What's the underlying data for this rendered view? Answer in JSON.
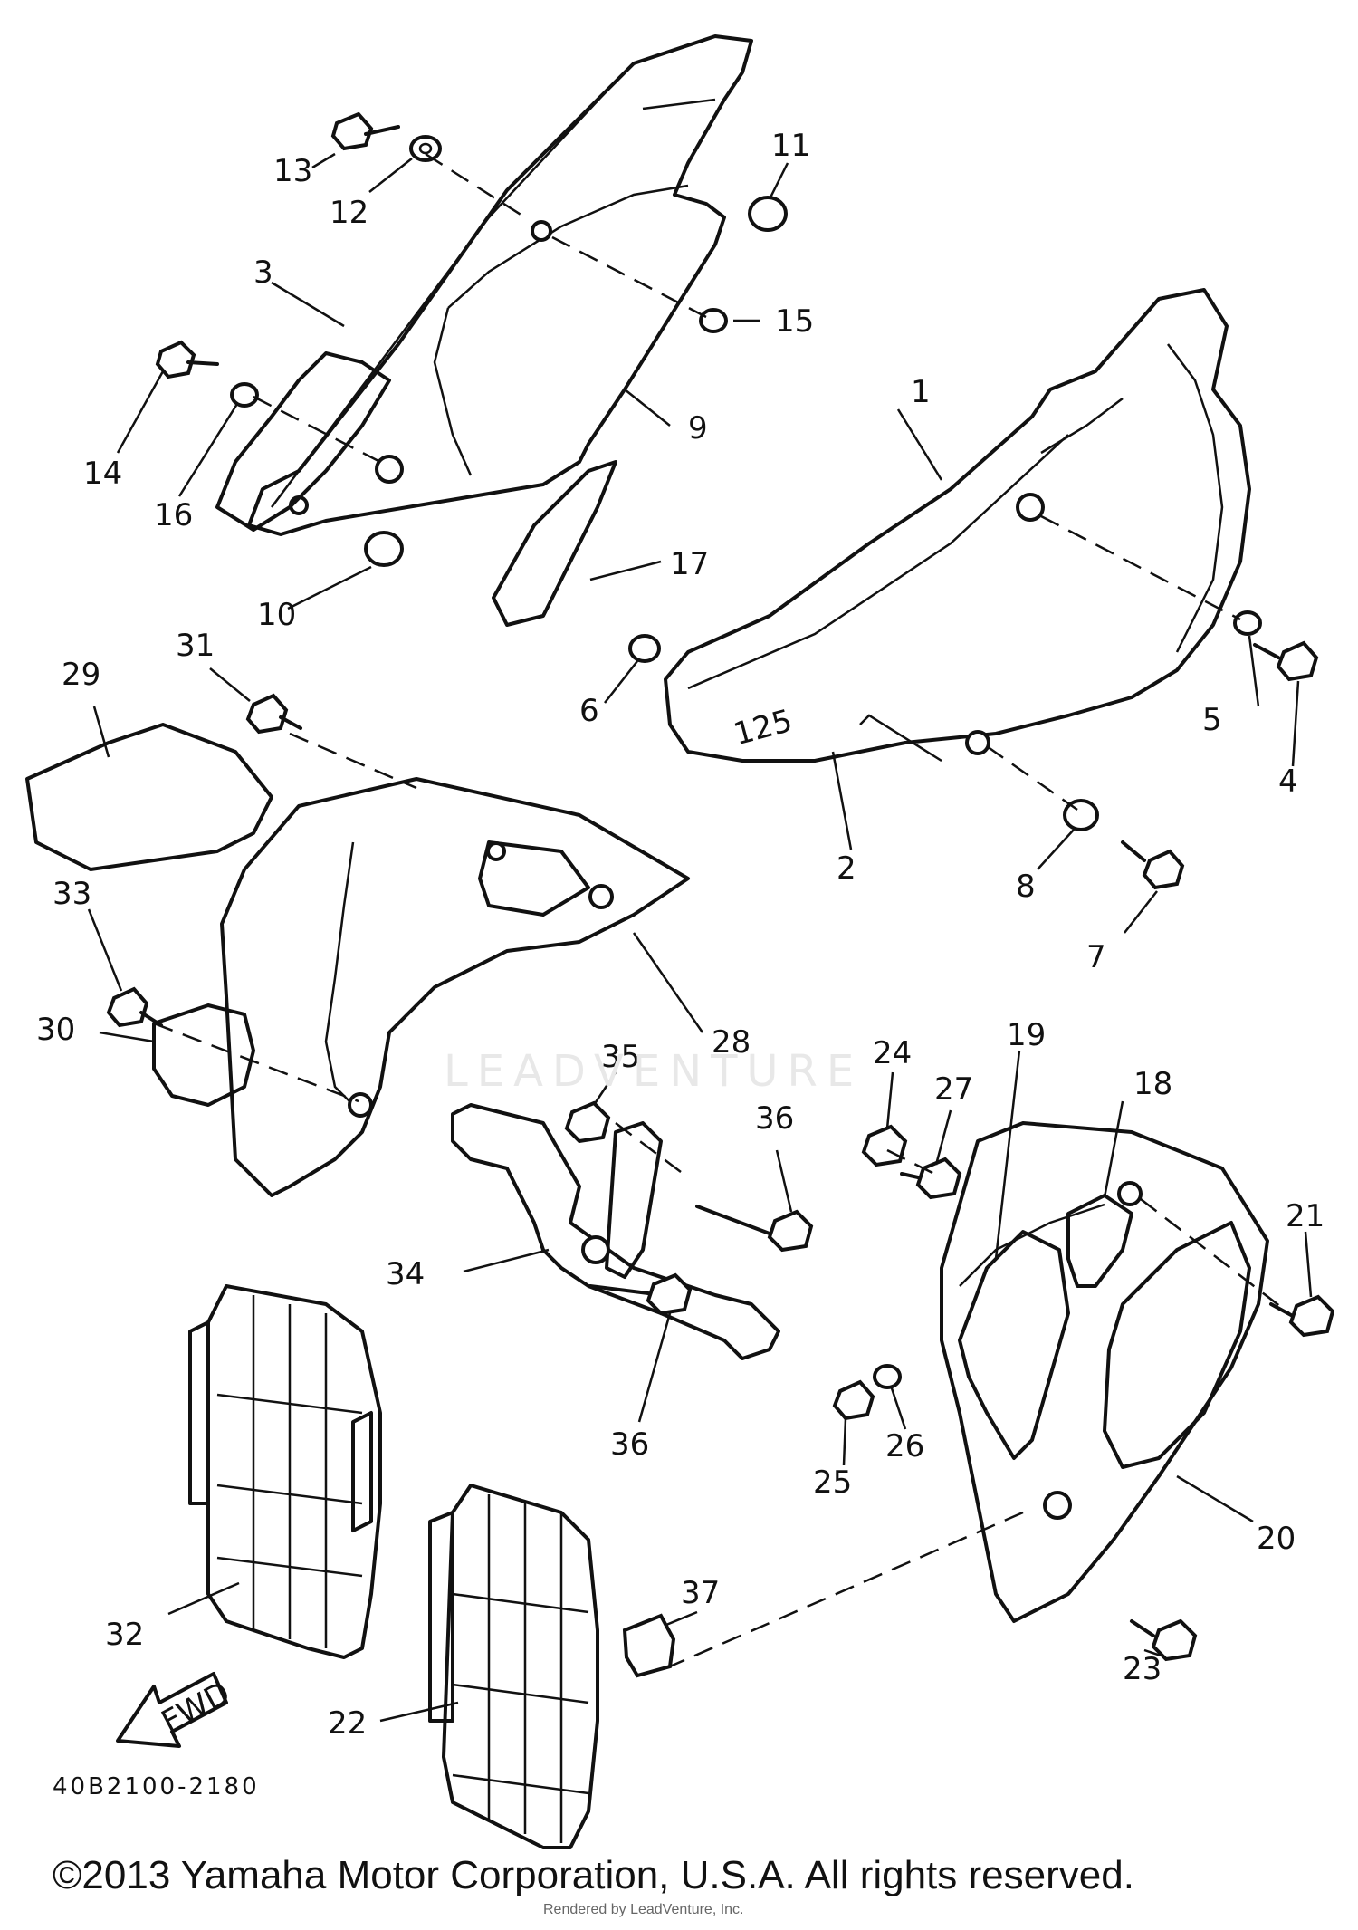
{
  "diagram": {
    "catalog_code": "40B2100-2180",
    "copyright": "©2013 Yamaha Motor Corporation, U.S.A. All rights reserved.",
    "rendered_by": "Rendered by LeadVenture, Inc.",
    "watermark": "LEADVENTURE",
    "decal_text": "125",
    "fwd_label": "FWD",
    "callouts": [
      "1",
      "2",
      "3",
      "4",
      "5",
      "6",
      "7",
      "8",
      "9",
      "10",
      "11",
      "12",
      "13",
      "14",
      "15",
      "16",
      "17",
      "18",
      "19",
      "20",
      "21",
      "22",
      "23",
      "24",
      "25",
      "26",
      "27",
      "28",
      "29",
      "30",
      "31",
      "32",
      "33",
      "34",
      "35",
      "36",
      "36",
      "37"
    ]
  }
}
